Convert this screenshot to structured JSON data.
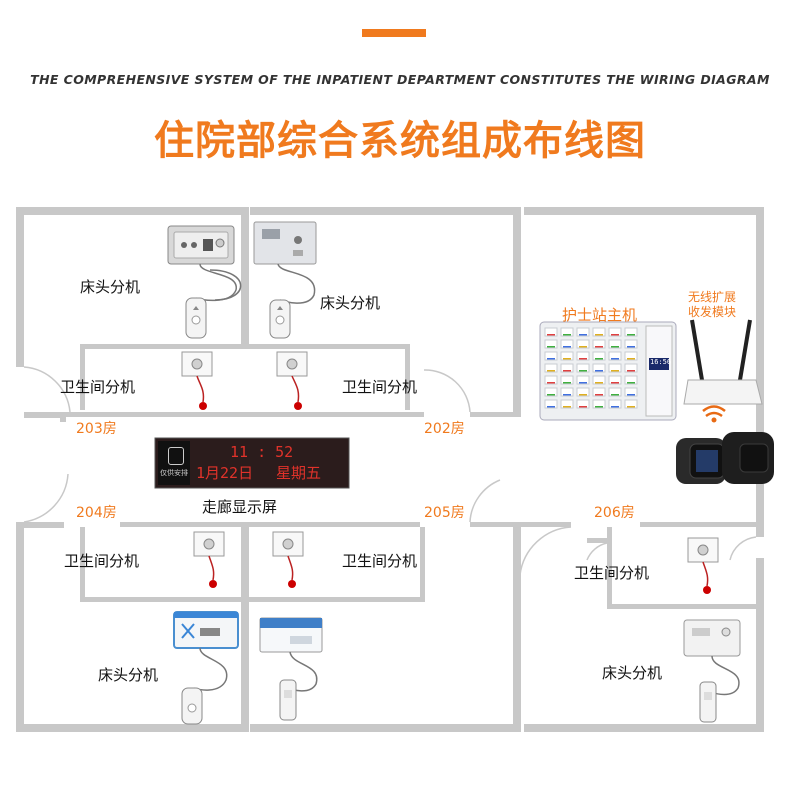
{
  "header": {
    "subtitle": "THE COMPREHENSIVE SYSTEM OF THE INPATIENT DEPARTMENT CONSTITUTES THE WIRING DIAGRAM",
    "title": "住院部综合系统组成布线图"
  },
  "colors": {
    "accent": "#f07a1e",
    "wall": "#c8c8c8",
    "led_bg": "#1a0f0f",
    "led_text": "#e0322a",
    "label": "#111111"
  },
  "rooms": {
    "r203": "203房",
    "r202": "202房",
    "r204": "204房",
    "r205": "205房",
    "r206": "206房"
  },
  "labels": {
    "bedside_a": "床头分机",
    "bedside_b": "床头分机",
    "bathroom_a": "卫生间分机",
    "bathroom_b": "卫生间分机",
    "bathroom_c": "卫生间分机",
    "bathroom_d": "卫生间分机",
    "bathroom_e": "卫生间分机",
    "bedside_c": "床头分机",
    "bedside_d": "床头分机",
    "nurse_station": "护士站主机",
    "wireless_line1": "无线扩展",
    "wireless_line2": "收发模块",
    "corridor_display": "走廊显示屏"
  },
  "led_display": {
    "time": "11 : 52",
    "date": "1月22日",
    "weekday": "星期五",
    "logo_text": "仅供安排"
  },
  "nurse_host": {
    "screen_time": "16:56"
  },
  "icons": {
    "bedside_unit": "bedside-call-unit-icon",
    "handle": "call-handle-icon",
    "pull_cord": "pull-cord-switch-icon",
    "router": "wireless-router-icon",
    "watch": "smart-watch-icon"
  }
}
